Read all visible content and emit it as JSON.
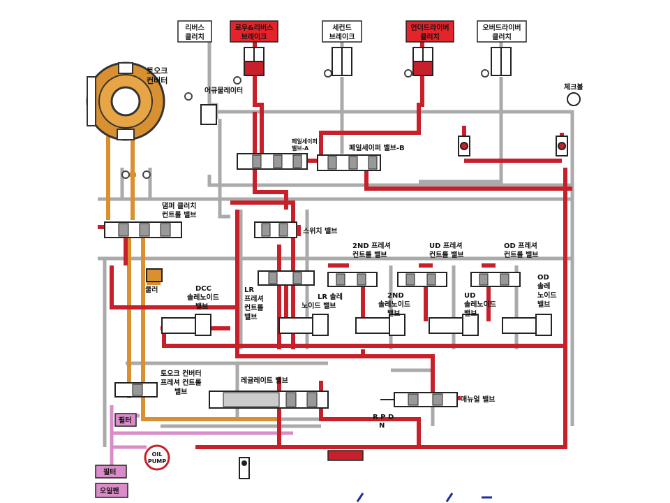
{
  "colors": {
    "line_pressure": "#c8202a",
    "torque_oil": "#d99030",
    "lube": "#d98cc8",
    "drain": "#b0b0b0",
    "valve_fill": "#ffffff",
    "label_red_bg": "#e3242b"
  },
  "clutches": {
    "reverse": [
      "리버스",
      "클러치"
    ],
    "low_reverse": [
      "로우&리버스",
      "브레이크"
    ],
    "second": [
      "세컨드",
      "브레이크"
    ],
    "underdrive": [
      "언더드라이버",
      "클러치"
    ],
    "overdrive": [
      "오버드라이버",
      "클러치"
    ]
  },
  "labels": {
    "torque_converter": [
      "토오크",
      "컨버터"
    ],
    "accumulator": "어큐물레이터",
    "check_ball": "체크볼",
    "failsafe_a": [
      "페일세이퍼",
      "밸브-A"
    ],
    "failsafe_b": "페일세이퍼 밸브-B",
    "damper_clutch": [
      "댐퍼 클러치",
      "컨트롤 밸브"
    ],
    "switch_valve": "스위치 밸브",
    "pc_2nd": [
      "2ND 프레셔",
      "컨트롤 밸브"
    ],
    "pc_ud": [
      "UD 프레셔",
      "컨트롤 밸브"
    ],
    "pc_od": [
      "OD 프레셔",
      "컨트롤 밸브"
    ],
    "cooler": "쿨러",
    "dcc_solenoid": [
      "DCC",
      "솔레노이드",
      "밸브"
    ],
    "lr_pc": [
      "LR",
      "프레셔",
      "컨트롤",
      "밸브"
    ],
    "lr_solenoid": [
      "LR 솔레",
      "노이드 밸브"
    ],
    "sol_2nd": [
      "2ND",
      "솔레노이드",
      "밸브"
    ],
    "ud_solenoid": [
      "UD",
      "솔레노이드",
      "밸브"
    ],
    "od_solenoid": [
      "OD",
      "솔레",
      "노이드",
      "밸브"
    ],
    "tc_pressure": [
      "토오크 컨버터",
      "프레셔 컨트롤",
      "밸브"
    ],
    "regulator": "레귤레이트 밸브",
    "manual_valve": "매뉴얼 밸브",
    "rpd": "R P D",
    "n": "N",
    "filter_upper": "필터",
    "filter_lower": "필터",
    "oil_pump": [
      "OIL",
      "PUMP"
    ],
    "oil_pan": "오일팬"
  }
}
